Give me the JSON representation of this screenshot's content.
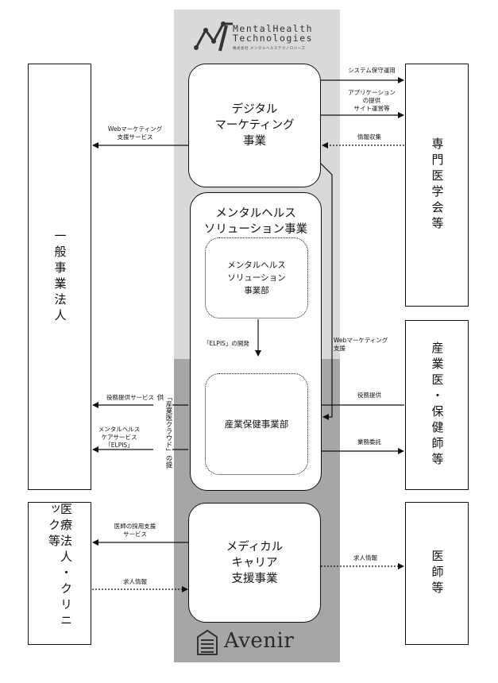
{
  "logos": {
    "top": {
      "name": "MentalHealth\nTechnologies",
      "sub": "株式会社 メンタルヘルステクノロジーズ",
      "icon": "mht-logo-mark"
    },
    "bottom": {
      "name": "Avenir",
      "icon": "avenir-building-logo"
    }
  },
  "entities": {
    "general_corp": "一般事業法人",
    "medical_societies": "専門医学会等",
    "industrial_doctors": "産業医・保健師等",
    "clinics": "医療法人・クリニック等",
    "doctors": "医師等"
  },
  "businesses": {
    "digital": "デジタル\nマーケティング\n事業",
    "mental": "メンタルヘルス\nソリューション事業",
    "mental_dept": "メンタルヘルス\nソリューション\n事業部",
    "hoken_dept": "産業保健事業部",
    "medical": "メディカル\nキャリア\n支援事業"
  },
  "labels": {
    "system_ops": "システム保守運用",
    "app_provide": "アプリケーション\nの提供\nサイト運営等",
    "info_collect": "情報収集",
    "web_support_left": "Webマーケティング\n支援サービス",
    "elpis_dev": "「ELPIS」の開発",
    "web_support_right": "Webマーケティング\n支援",
    "labor_service": "役務提供サービス",
    "mh_care": "メンタルヘルス\nケアサービス\n「ELPIS」",
    "cloud": "「産業医クラウド」の提供",
    "labor_provide": "役務提供",
    "outsourcing": "業務委託",
    "doctor_hiring": "医師の採用支援\nサービス",
    "job_info_left": "求人情報",
    "job_info_right": "求人情報"
  },
  "colors": {
    "band_light": "#d9d9d9",
    "band_dark": "#a6a6a6",
    "line": "#111111"
  }
}
